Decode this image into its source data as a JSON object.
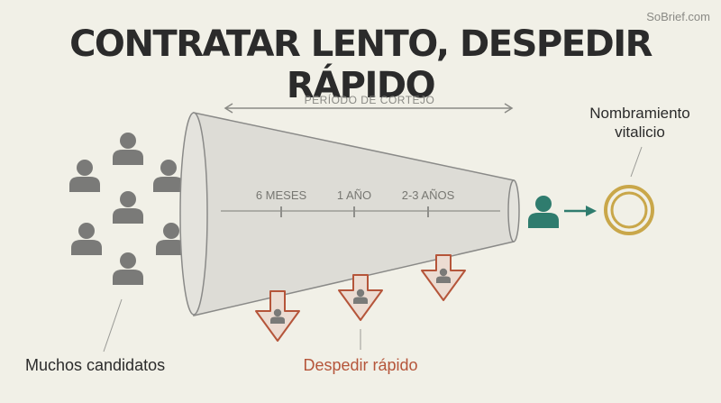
{
  "watermark": "SoBrief.com",
  "title": "CONTRATAR LENTO, DESPEDIR RÁPIDO",
  "period_label": "PERÍODO DE CORTEJO",
  "timeline": {
    "ticks": [
      "6 MESES",
      "1 AÑO",
      "2-3 AÑOS"
    ]
  },
  "labels": {
    "candidates": "Muchos candidatos",
    "fire_fast": "Despedir rápido",
    "tenure": "Nombramiento vitalicio"
  },
  "icons": {
    "candidate": "person-icon",
    "hired": "person-icon",
    "tenure": "ring-icon",
    "exit": "down-arrow-icon"
  },
  "colors": {
    "background": "#f1f0e7",
    "candidate_gray": "#7a7a78",
    "hired_teal": "#2f7c6e",
    "ring_gold": "#c9a74a",
    "fire_red": "#b5553a",
    "funnel_fill": "#dddcd6",
    "funnel_stroke": "#8a8a88",
    "text": "#2b2b2b"
  }
}
